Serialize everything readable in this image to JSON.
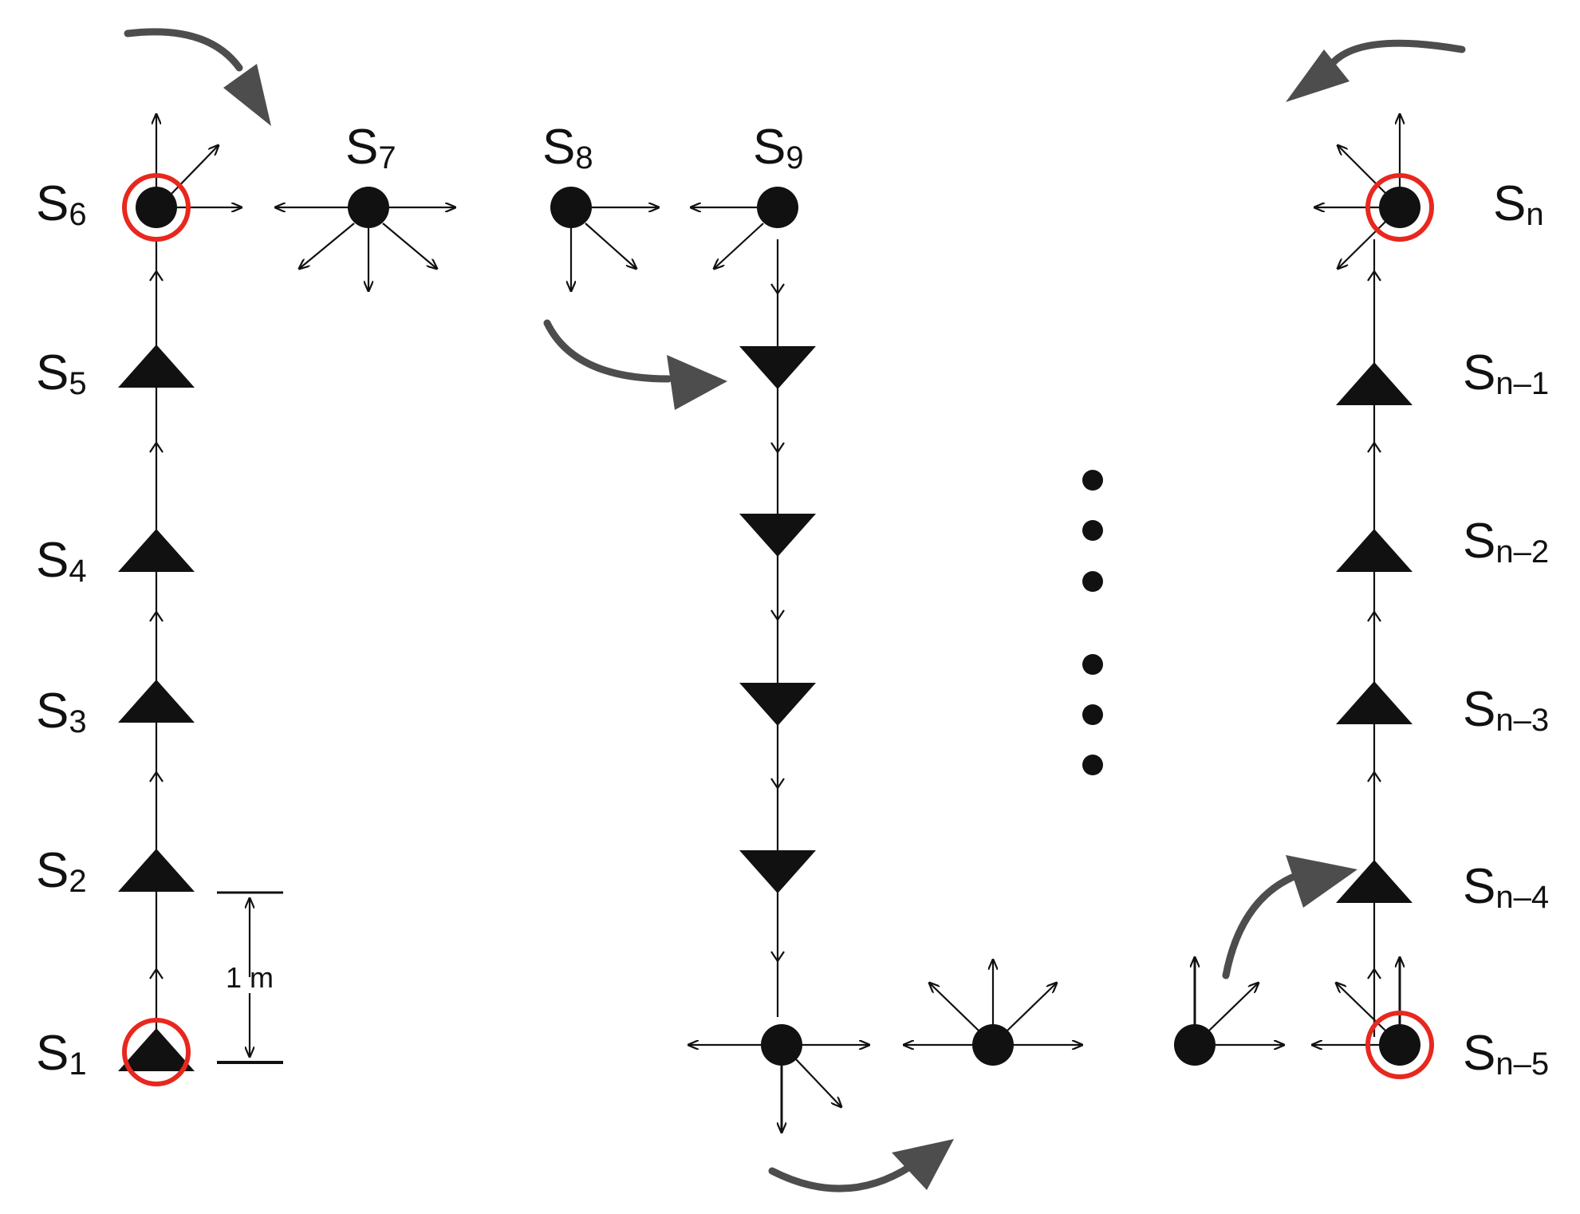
{
  "colors": {
    "ink": "#111111",
    "flow_arrow": "#4d4d4d",
    "highlight_ring": "#e8271f",
    "background": "#ffffff"
  },
  "scale_bar": {
    "label": "1 m"
  },
  "labels": {
    "s1": {
      "main": "S",
      "sub": "1"
    },
    "s2": {
      "main": "S",
      "sub": "2"
    },
    "s3": {
      "main": "S",
      "sub": "3"
    },
    "s4": {
      "main": "S",
      "sub": "4"
    },
    "s5": {
      "main": "S",
      "sub": "5"
    },
    "s6": {
      "main": "S",
      "sub": "6"
    },
    "s7": {
      "main": "S",
      "sub": "7"
    },
    "s8": {
      "main": "S",
      "sub": "8"
    },
    "s9": {
      "main": "S",
      "sub": "9"
    },
    "sn": {
      "main": "S",
      "sub": "n"
    },
    "sn1": {
      "main": "S",
      "sub": "n–1"
    },
    "sn2": {
      "main": "S",
      "sub": "n–2"
    },
    "sn3": {
      "main": "S",
      "sub": "n–3"
    },
    "sn4": {
      "main": "S",
      "sub": "n–4"
    },
    "sn5": {
      "main": "S",
      "sub": "n–5"
    }
  },
  "icons": {
    "up_node": "triangle-up-icon",
    "down_node": "triangle-down-icon",
    "branch_node": "circle-node-icon",
    "highlight": "red-ring-icon",
    "ellipsis": "dots-icon"
  }
}
